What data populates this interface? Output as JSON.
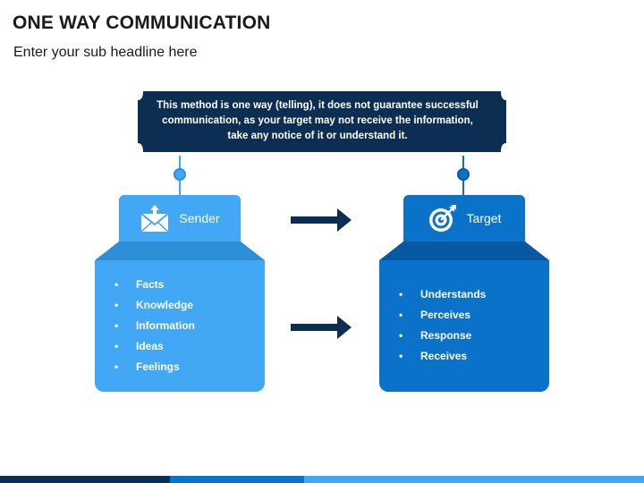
{
  "page": {
    "title": "ONE WAY COMMUNICATION",
    "subtitle": "Enter your sub headline here"
  },
  "banner": {
    "text": "This method is one way (telling), it does not guarantee successful communication, as your target may not receive the information, take any notice of it or understand it.",
    "color": "#0b2e52"
  },
  "sender": {
    "label": "Sender",
    "icon": "mail-icon",
    "color": "#42a8f5",
    "items": [
      "Facts",
      "Knowledge",
      "Information",
      "Ideas",
      "Feelings"
    ]
  },
  "target": {
    "label": "Target",
    "icon": "target-icon",
    "color": "#0a72c9",
    "items": [
      "Understands",
      "Perceives",
      "Response",
      "Receives"
    ]
  },
  "arrows": {
    "color": "#0b2e52"
  }
}
